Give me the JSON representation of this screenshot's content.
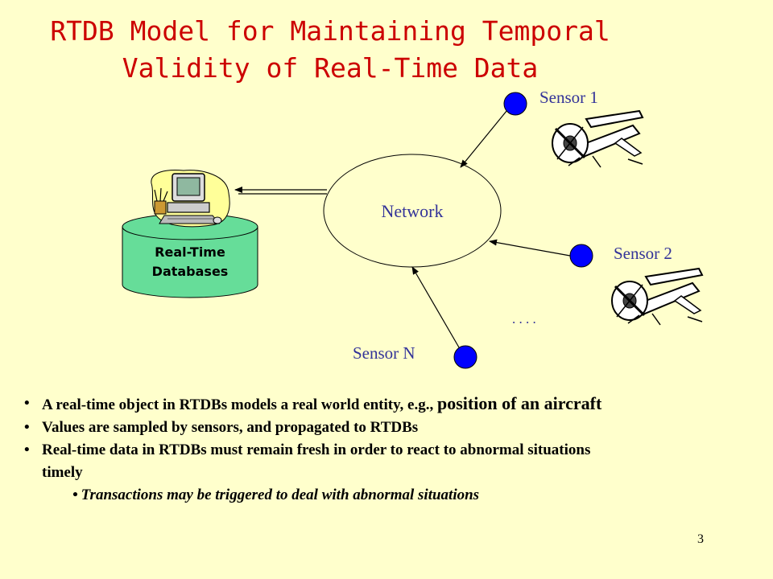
{
  "title": {
    "line1": "RTDB Model for Maintaining Temporal",
    "line2": "Validity of Real-Time Data"
  },
  "database": {
    "line1": "Real-Time",
    "line2": "Databases"
  },
  "network_label": "Network",
  "sensors": {
    "s1": "Sensor 1",
    "s2": "Sensor 2",
    "sn": "Sensor N",
    "ellipsis": ". . . ."
  },
  "bullets": {
    "b1_text": "A real-time object in RTDBs models a real world entity, e.g., ",
    "b1_emph": "position of an aircraft",
    "b2": "Values are sampled by sensors, and propagated to RTDBs",
    "b3_line1": "Real-time data in RTDBs must remain fresh in order to react to abnormal situations",
    "b3_line2": "timely",
    "sub": "Transactions may be triggered to deal with abnormal situations",
    "dot": "•"
  },
  "page_number": "3",
  "colors": {
    "background": "#FFFFCC",
    "title": "#CC0000",
    "database": "#66DD99",
    "sensor": "#0000FF"
  },
  "icons": {
    "computer": "computer-clipart-icon",
    "aircraft": "airplane-clipart-icon"
  }
}
